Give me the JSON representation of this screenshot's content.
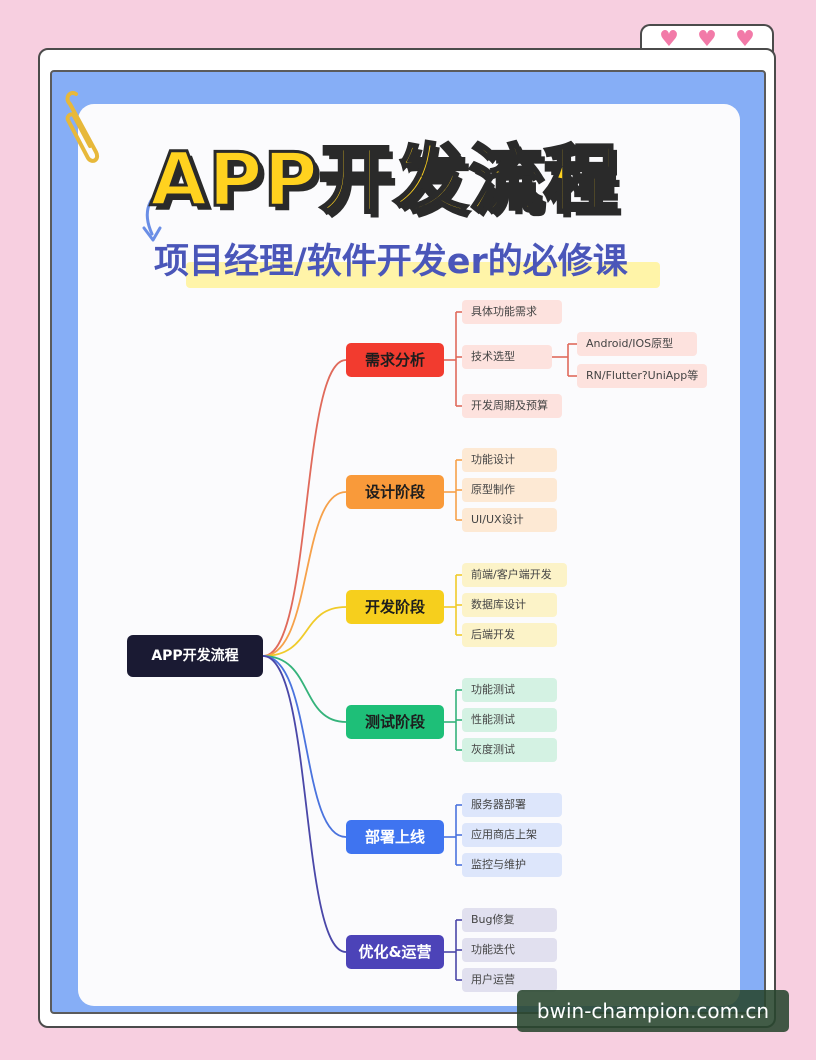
{
  "header": {
    "title": "APP开发流程",
    "subtitle": "项目经理/软件开发er的必修课"
  },
  "decor": {
    "hearts": [
      "♥",
      "♥",
      "♥"
    ],
    "icons": [
      "paperclip-icon",
      "curved-arrow-icon",
      "heart-icon"
    ]
  },
  "mindmap": {
    "root": "APP开发流程",
    "branches": [
      {
        "label": "需求分析",
        "color": "#f23b2f",
        "line": "#e06a5b",
        "leaf_bg": "#fde2de",
        "leaves": [
          "具体功能需求",
          "技术选型",
          "开发周期及预算"
        ],
        "sub": [
          "Android/IOS原型",
          "RN/Flutter?UniApp等"
        ]
      },
      {
        "label": "设计阶段",
        "color": "#f99a3a",
        "line": "#f6a14a",
        "leaf_bg": "#fde9d4",
        "leaves": [
          "功能设计",
          "原型制作",
          "UI/UX设计"
        ]
      },
      {
        "label": "开发阶段",
        "color": "#f6cf1d",
        "line": "#f0cb2a",
        "leaf_bg": "#fcf3c8",
        "leaves": [
          "前端/客户端开发",
          "数据库设计",
          "后端开发"
        ]
      },
      {
        "label": "测试阶段",
        "color": "#1ebf78",
        "line": "#35b37b",
        "leaf_bg": "#d4f2e3",
        "leaves": [
          "功能测试",
          "性能测试",
          "灰度测试"
        ]
      },
      {
        "label": "部署上线",
        "color": "#3f74f0",
        "line": "#4a73de",
        "leaf_bg": "#dde6fb",
        "leaves": [
          "服务器部署",
          "应用商店上架",
          "监控与维护"
        ]
      },
      {
        "label": "优化&运营",
        "color": "#4c43b8",
        "line": "#4a47a8",
        "leaf_bg": "#e1e0ef",
        "leaves": [
          "Bug修复",
          "功能迭代",
          "用户运营"
        ]
      }
    ]
  },
  "watermark": "bwin-champion.com.cn"
}
